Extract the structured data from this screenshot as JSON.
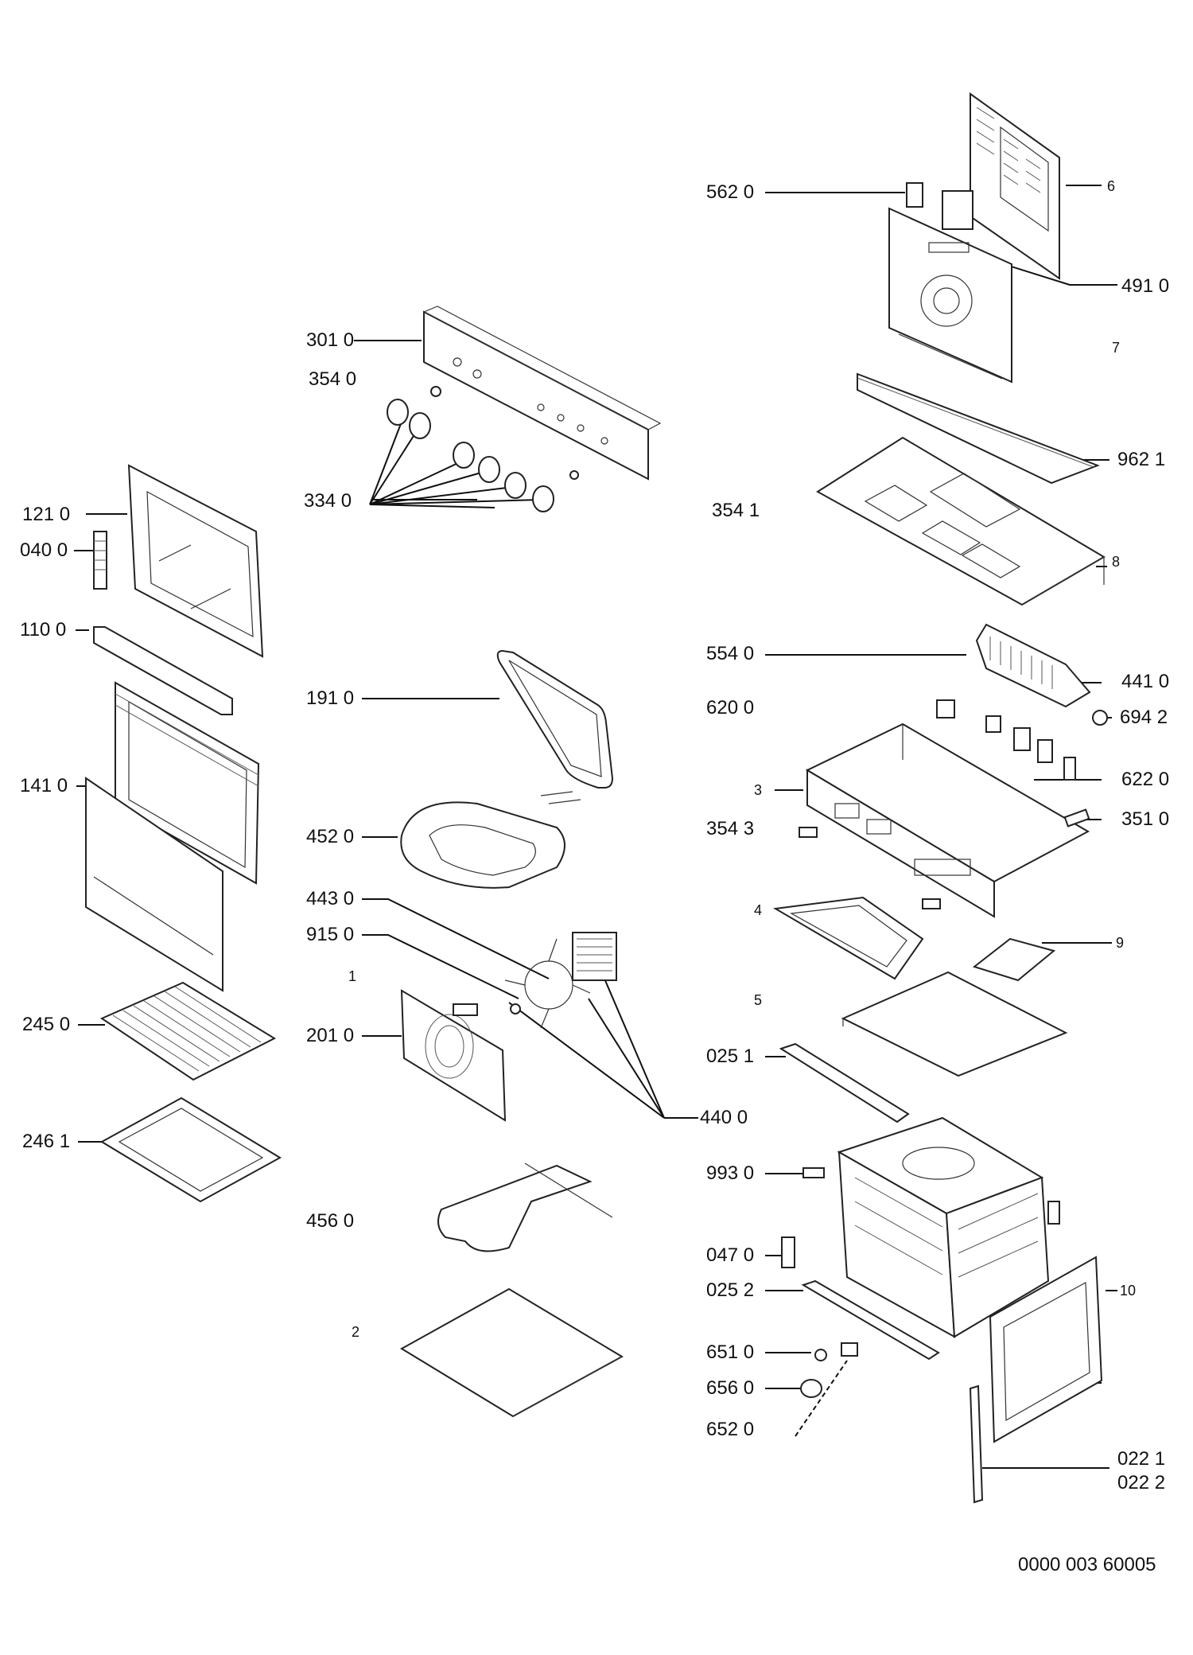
{
  "labels": {
    "l5620": "562 0",
    "l6": "6",
    "l4910": "491 0",
    "l3010": "301 0",
    "l7": "7",
    "l3540": "354 0",
    "l9621": "962 1",
    "l3340": "334 0",
    "l3541": "354 1",
    "l1210": "121 0",
    "l8": "8",
    "l0400": "040 0",
    "l1100": "110 0",
    "l5540": "554 0",
    "l4410": "441 0",
    "l1910": "191 0",
    "l6200": "620 0",
    "l6942": "694 2",
    "l1410": "141 0",
    "l3": "3",
    "l6220": "622 0",
    "l4520": "452 0",
    "l3543": "354 3",
    "l3510": "351 0",
    "l4430": "443 0",
    "l4": "4",
    "l9150": "915 0",
    "l9": "9",
    "l1": "1",
    "l5": "5",
    "l2450": "245 0",
    "l2010": "201 0",
    "l0251": "025 1",
    "l4400": "440 0",
    "l2461": "246 1",
    "l9930": "993 0",
    "l4560": "456 0",
    "l0470": "047 0",
    "l0252": "025 2",
    "l10": "10",
    "l2": "2",
    "l6510": "651 0",
    "l6560": "656 0",
    "l6520": "652 0",
    "l0221": "022 1",
    "l0222": "022 2"
  },
  "footer": {
    "code": "0000 003 60005"
  }
}
